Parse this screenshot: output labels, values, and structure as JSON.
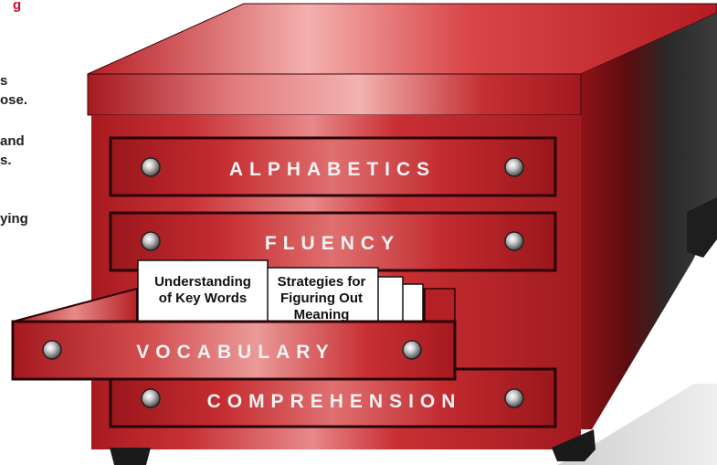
{
  "side_text": {
    "line1": "g",
    "line2": "s",
    "line3": "ose.",
    "line4": "and",
    "line5": "s.",
    "line6": "ying"
  },
  "drawers": {
    "alphabetics": "ALPHABETICS",
    "fluency": "FLUENCY",
    "vocabulary": "VOCABULARY",
    "comprehension": "COMPREHENSION"
  },
  "cards": {
    "card1_line1": "Understanding",
    "card1_line2": "of Key Words",
    "card2_line1": "Strategies for",
    "card2_line2": "Figuring Out",
    "card2_line3": "Meaning"
  },
  "colors": {
    "cabinet_red": "#c1262c",
    "cabinet_dark": "#7a1014",
    "highlight": "#f3a0a0",
    "side_shadow": "#2a2a2a",
    "text_red": "#c8102e"
  }
}
